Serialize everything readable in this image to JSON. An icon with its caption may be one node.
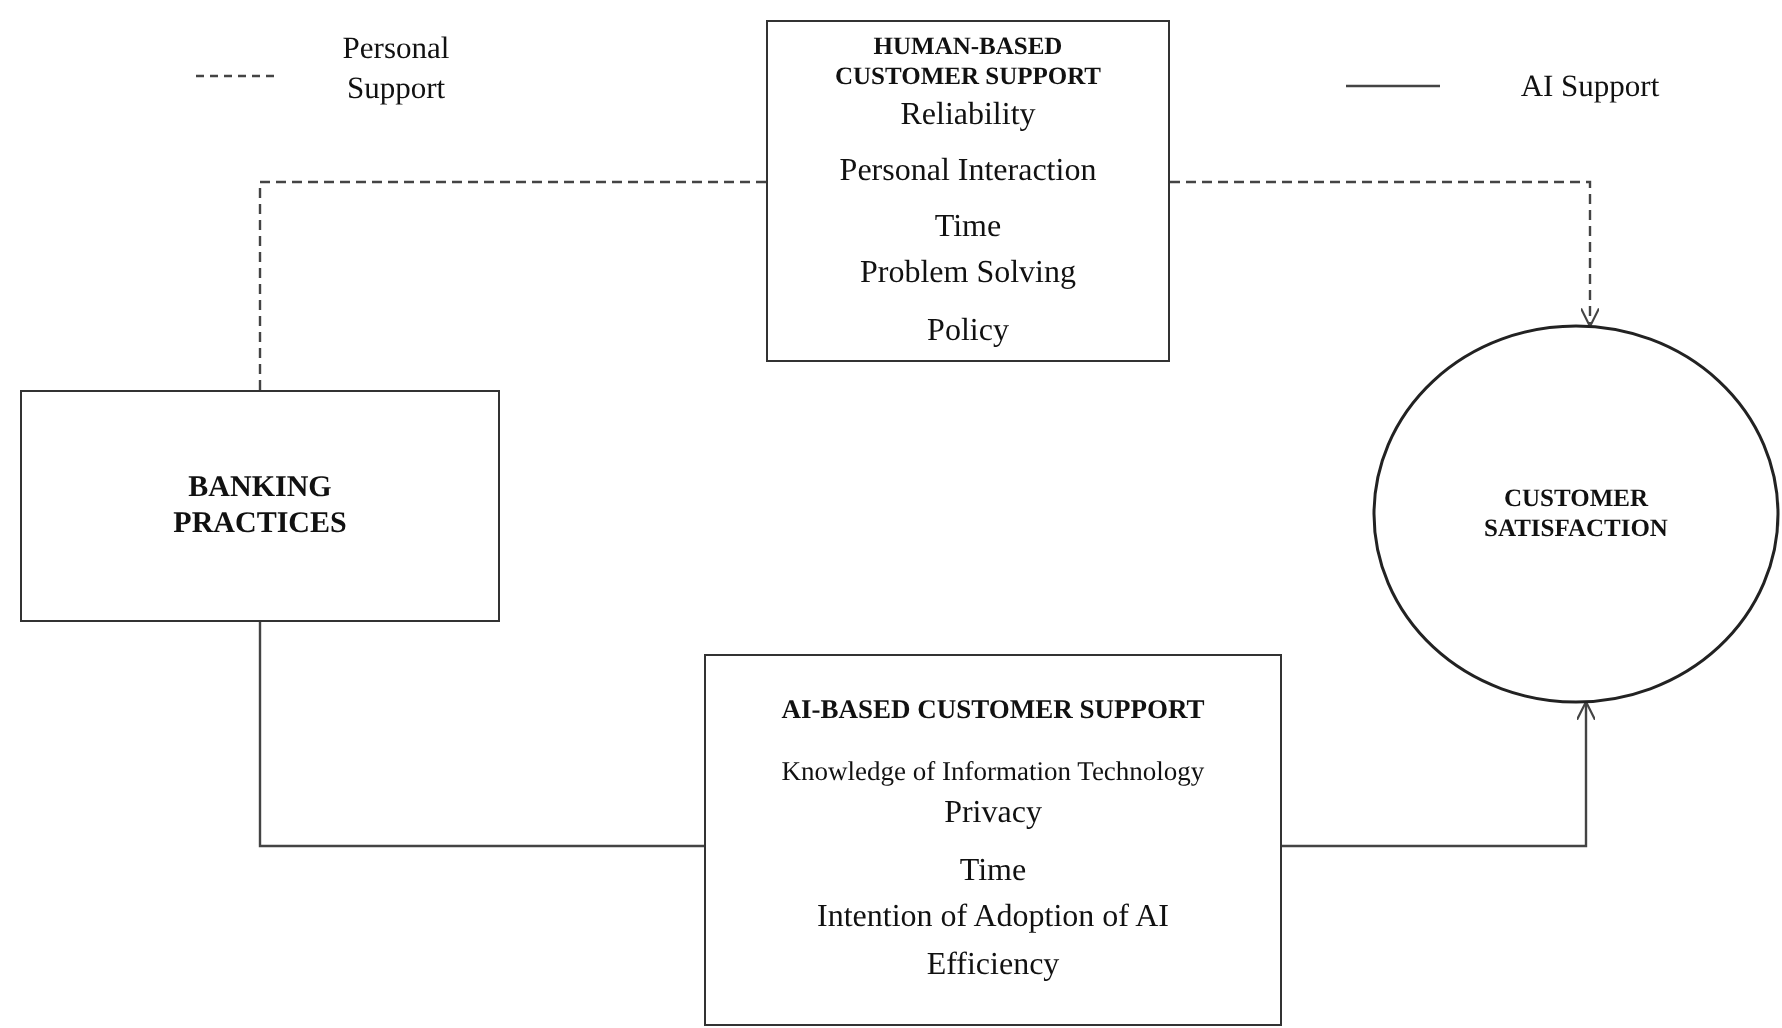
{
  "diagram": {
    "nodes": [
      {
        "text": [
          "HUMAN-BASED CUSTOMER SUPPORT",
          "Reliability",
          "Personal Interaction",
          "Time",
          "Problem Solving",
          "Policy"
        ]
      },
      {
        "text": [
          "BANKING PRACTICES"
        ]
      },
      {
        "text": [
          "CUSTOMER SATISFACTION"
        ]
      },
      {
        "text": [
          "AI-BASED CUSTOMER SUPPORT",
          "Knowledge of Information Technology",
          "Privacy",
          "Time",
          "Intention of Adoption of AI",
          "Efficiency"
        ]
      }
    ],
    "edges": [
      {
        "from": 1,
        "to": 0,
        "arrow": "none",
        "style": "dashed"
      },
      {
        "from": 0,
        "to": 2,
        "arrow": "to",
        "style": "dashed"
      },
      {
        "from": 1,
        "to": 3,
        "arrow": "none"
      },
      {
        "from": 3,
        "to": 2,
        "arrow": "to"
      }
    ],
    "legend": [
      {
        "text": "Personal Support"
      },
      {
        "text": "AI Support"
      }
    ]
  }
}
